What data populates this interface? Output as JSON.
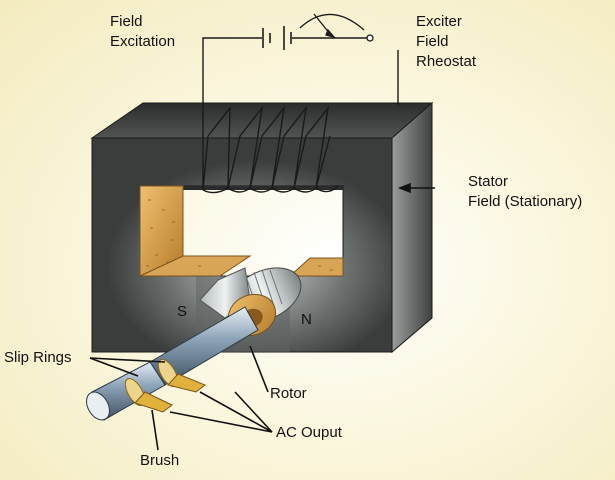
{
  "labels": {
    "field_excitation": "Field\nExcitation",
    "exciter_field_rheostat": "Exciter\nField\nRheostat",
    "stator_field": "Stator\nField (Stationary)",
    "pole_south": "S",
    "pole_north": "N",
    "slip_rings": "Slip Rings",
    "rotor": "Rotor",
    "ac_output": "AC Ouput",
    "brush": "Brush"
  },
  "colors": {
    "stator_dark": "#3a3d3c",
    "stator_light": "#8a8e8b",
    "pole_copper": "#d9a24a",
    "shaft_blue": "#9fb3c8",
    "ring_gold": "#e0b13c",
    "wire": "#1a1a1a"
  },
  "icons": {
    "battery": "battery-symbol",
    "rheostat": "variable-resistor-symbol"
  }
}
